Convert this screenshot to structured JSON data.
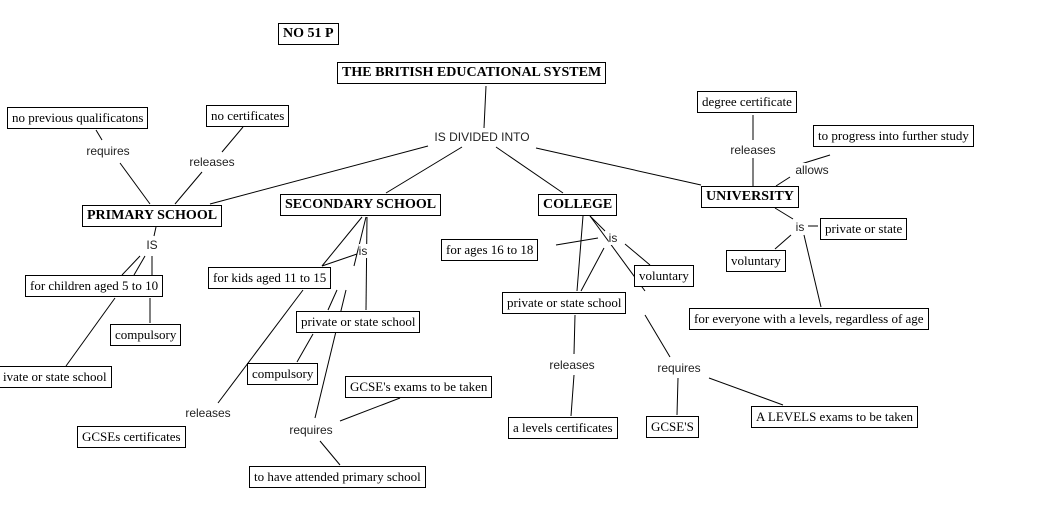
{
  "header": {
    "code": "NO 51 P",
    "title": "THE BRITISH EDUCATIONAL SYSTEM",
    "root_link": "IS DIVIDED INTO"
  },
  "primary": {
    "title": "PRIMARY SCHOOL",
    "requires_link": "requires",
    "requires": "no previous qualificatons",
    "releases_link": "releases",
    "releases": "no certificates",
    "is_link": "IS",
    "ages": "for children aged 5 to 10",
    "compulsory": "compulsory",
    "type": "ivate or state school"
  },
  "secondary": {
    "title": "SECONDARY SCHOOL",
    "is_link": "is",
    "ages": "for kids aged 11 to 15",
    "type": "private or state school",
    "compulsory": "compulsory",
    "releases_link": "releases",
    "releases": "GCSEs certificates",
    "requires_link": "requires",
    "exams": "GCSE's exams to be taken",
    "attended": "to have attended primary school"
  },
  "college": {
    "title": "COLLEGE",
    "is_link": "is",
    "ages": "for ages 16 to 18",
    "voluntary": "voluntary",
    "type": "private or state school",
    "releases_link": "releases",
    "releases": "a levels certificates",
    "requires_link": "requires",
    "gcse": "GCSE'S",
    "exams": "A LEVELS exams to be taken"
  },
  "university": {
    "title": "UNIVERSITY",
    "releases_link": "releases",
    "releases": "degree certificate",
    "allows_link": "allows",
    "allows": "to progress into further study",
    "is_link": "is",
    "type": "private or state",
    "voluntary": "voluntary",
    "everyone": "for everyone with a levels, regardless of age"
  }
}
